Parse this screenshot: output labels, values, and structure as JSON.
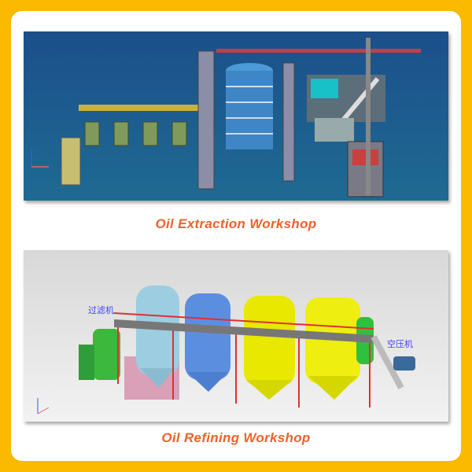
{
  "captions": {
    "extraction": "Oil Extraction Workshop",
    "refining": "Oil Refining Workshop"
  },
  "refining_labels": {
    "filter": "过滤机",
    "compressor": "空压机"
  },
  "colors": {
    "frame": "#FBB900",
    "caption": "#F0612B",
    "extraction_bg": "#1E5A8C",
    "refining_bg": "#E6E6E6"
  }
}
